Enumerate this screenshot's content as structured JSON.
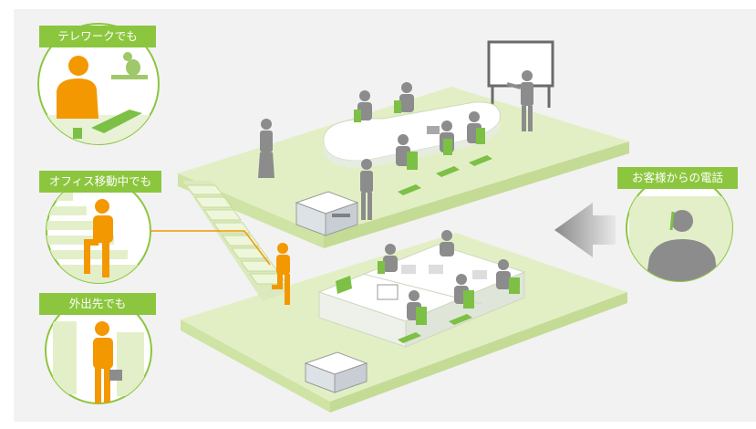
{
  "labels": {
    "telework": "テレワークでも",
    "office_move": "オフィス移動中でも",
    "outside": "外出先でも",
    "customer_call": "お客様からの電話"
  },
  "colors": {
    "label_bg": "#8cc63f",
    "floor_top": "#e2efc5",
    "floor_side": "#cfe3a5",
    "person_gray": "#8c8c8c",
    "person_orange": "#f39800",
    "chair_green": "#7cc046",
    "arrow_gray": "#9a9a9a"
  },
  "icons": [
    "telework-person-icon",
    "cat-icon",
    "laptop-icon",
    "mug-icon",
    "stairs-person-icon",
    "phone-person-icon",
    "briefcase-icon",
    "copier-icon",
    "whiteboard-icon",
    "arrow-left-icon"
  ]
}
